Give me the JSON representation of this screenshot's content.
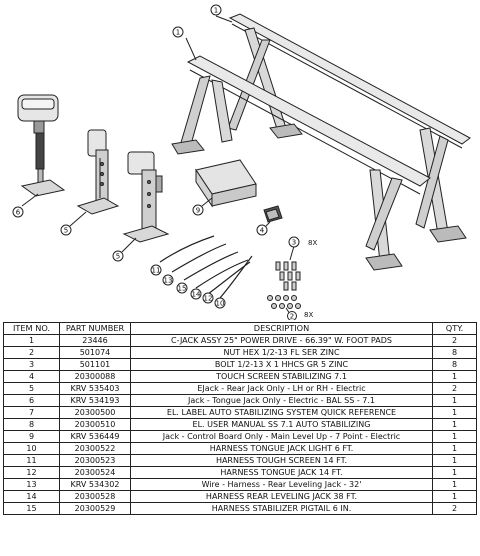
{
  "drawing": {
    "balloons": [
      "1",
      "1",
      "6",
      "5",
      "5",
      "9",
      "4",
      "3",
      "11",
      "13",
      "15",
      "14",
      "12",
      "10",
      "2"
    ],
    "quantity_notes": [
      "8X",
      "8X"
    ]
  },
  "bom": {
    "headers": {
      "item": "ITEM NO.",
      "part": "PART NUMBER",
      "desc": "DESCRIPTION",
      "qty": "QTY."
    },
    "rows": [
      {
        "item": "1",
        "part": "23446",
        "desc": "C-JACK ASSY 25\" POWER DRIVE - 66.39\" W. FOOT PADS",
        "qty": "2"
      },
      {
        "item": "2",
        "part": "501074",
        "desc": "NUT HEX 1/2-13 FL SER ZINC",
        "qty": "8"
      },
      {
        "item": "3",
        "part": "501101",
        "desc": "BOLT 1/2-13 X 1 HHCS GR 5 ZINC",
        "qty": "8"
      },
      {
        "item": "4",
        "part": "20300088",
        "desc": "TOUCH SCREEN STABILIZING 7.1",
        "qty": "1"
      },
      {
        "item": "5",
        "part": "KRV 535403",
        "desc": "EJack - Rear Jack Only - LH or RH - Electric",
        "qty": "2"
      },
      {
        "item": "6",
        "part": "KRV 534193",
        "desc": "Jack - Tongue Jack Only - Electric - BAL SS - 7.1",
        "qty": "1"
      },
      {
        "item": "7",
        "part": "20300500",
        "desc": "EL. LABEL AUTO STABILIZING SYSTEM QUICK REFERENCE",
        "qty": "1"
      },
      {
        "item": "8",
        "part": "20300510",
        "desc": "EL. USER MANUAL SS 7.1 AUTO STABILIZING",
        "qty": "1"
      },
      {
        "item": "9",
        "part": "KRV 536449",
        "desc": "Jack - Control Board Only - Main Level Up - 7 Point - Electric",
        "qty": "1"
      },
      {
        "item": "10",
        "part": "20300522",
        "desc": "HARNESS TONGUE JACK LIGHT 6 FT.",
        "qty": "1"
      },
      {
        "item": "11",
        "part": "20300523",
        "desc": "HARNESS TOUGH SCREEN 14 FT.",
        "qty": "1"
      },
      {
        "item": "12",
        "part": "20300524",
        "desc": "HARNESS TONGUE JACK 14 FT.",
        "qty": "1"
      },
      {
        "item": "13",
        "part": "KRV 534302",
        "desc": "Wire - Harness - Rear Leveling Jack - 32'",
        "qty": "1"
      },
      {
        "item": "14",
        "part": "20300528",
        "desc": "HARNESS REAR LEVELING JACK 38 FT.",
        "qty": "1"
      },
      {
        "item": "15",
        "part": "20300529",
        "desc": "HARNESS STABILIZER PIGTAIL 6 IN.",
        "qty": "2"
      }
    ]
  }
}
